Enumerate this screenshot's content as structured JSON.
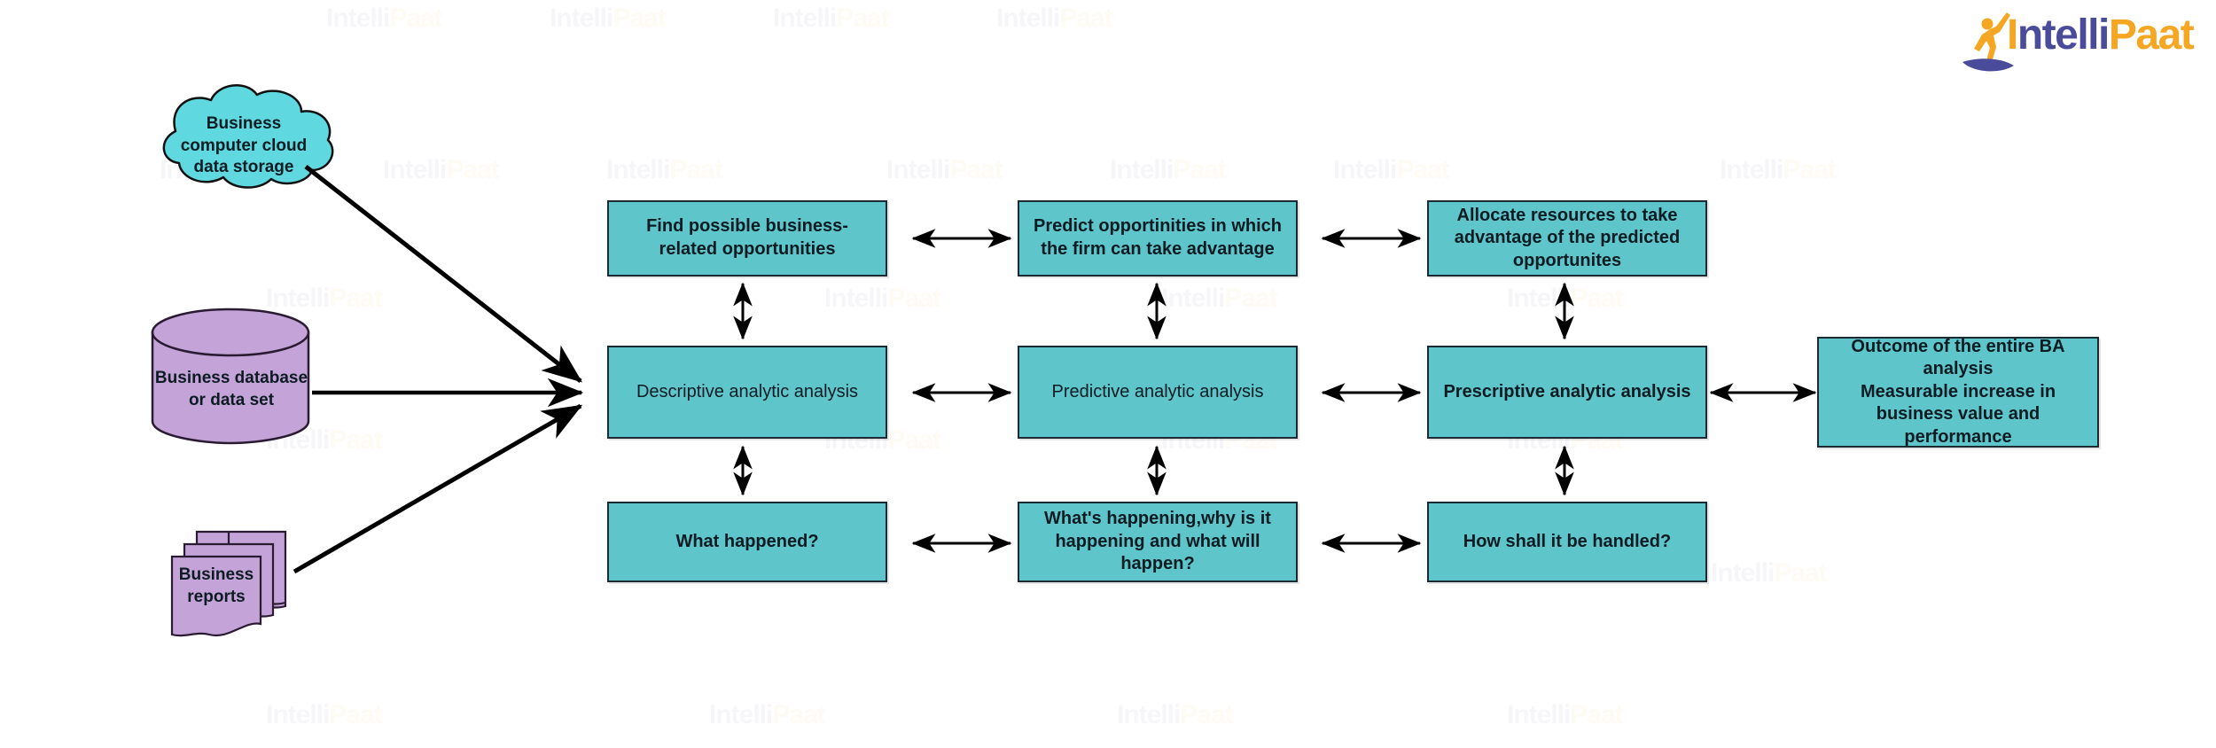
{
  "brand": {
    "name_part1": "I",
    "name_part2": "ntelli",
    "name_part3": "Paat",
    "colors": {
      "purple": "#4b4b9c",
      "orange": "#f5a623"
    }
  },
  "watermark": {
    "text_purple": "Intelli",
    "text_orange": "Paat"
  },
  "theme": {
    "box_fill": "#5ec6cb",
    "box_border": "#1b2a33",
    "cloud_fill": "#5fd9df",
    "cylinder_fill": "#c3a3d8",
    "document_fill": "#c3a3d8",
    "arrow_color": "#000000",
    "text_color": "#0d1b22"
  },
  "sources": [
    {
      "id": "cloud",
      "shape": "cloud",
      "label": "Business\ncomputer cloud\ndata storage",
      "line1": "Business",
      "line2": "computer cloud",
      "line3": "data storage"
    },
    {
      "id": "database",
      "shape": "cylinder",
      "label": "Business database\nor data set",
      "line1": "Business database",
      "line2": "or data set"
    },
    {
      "id": "reports",
      "shape": "multi-document",
      "label": "Business\nreports",
      "line1": "Business",
      "line2": "reports"
    }
  ],
  "grid": {
    "rows": [
      {
        "id": "row-top",
        "boxes": [
          {
            "id": "find-opportunities",
            "text": "Find possible business-related opportunities"
          },
          {
            "id": "predict-opportunities",
            "text": "Predict opportinities in which the firm can take advantage"
          },
          {
            "id": "allocate-resources",
            "text": "Allocate resources to take advantage of the predicted opportunites"
          }
        ]
      },
      {
        "id": "row-middle",
        "boxes": [
          {
            "id": "descriptive-analytic",
            "text": "Descriptive analytic analysis"
          },
          {
            "id": "predictive-analytic",
            "text": "Predictive analytic analysis"
          },
          {
            "id": "prescriptive-analytic",
            "text": "Prescriptive analytic analysis"
          }
        ]
      },
      {
        "id": "row-bottom",
        "boxes": [
          {
            "id": "what-happened",
            "text": "What happened?"
          },
          {
            "id": "whats-happening",
            "text": "What's happening,why is it happening and what will happen?"
          },
          {
            "id": "how-handled",
            "text": "How shall it be handled?"
          }
        ]
      }
    ]
  },
  "outcome": {
    "id": "outcome-box",
    "line1": "Outcome of the entire BA analysis",
    "line2": "Measurable increase in",
    "line3": "business value and performance",
    "text": "Outcome of the entire BA analysis Measurable increase in business value and performance"
  },
  "connectors": {
    "feeder_arrows": "three single-headed arrows from cloud, database and reports converging on descriptive analytic analysis",
    "horizontal": "double-headed arrows between columns in all three rows",
    "vertical": "double-headed arrows between rows in all three columns",
    "outcome": "double-headed arrow from prescriptive analytic analysis to outcome box"
  }
}
